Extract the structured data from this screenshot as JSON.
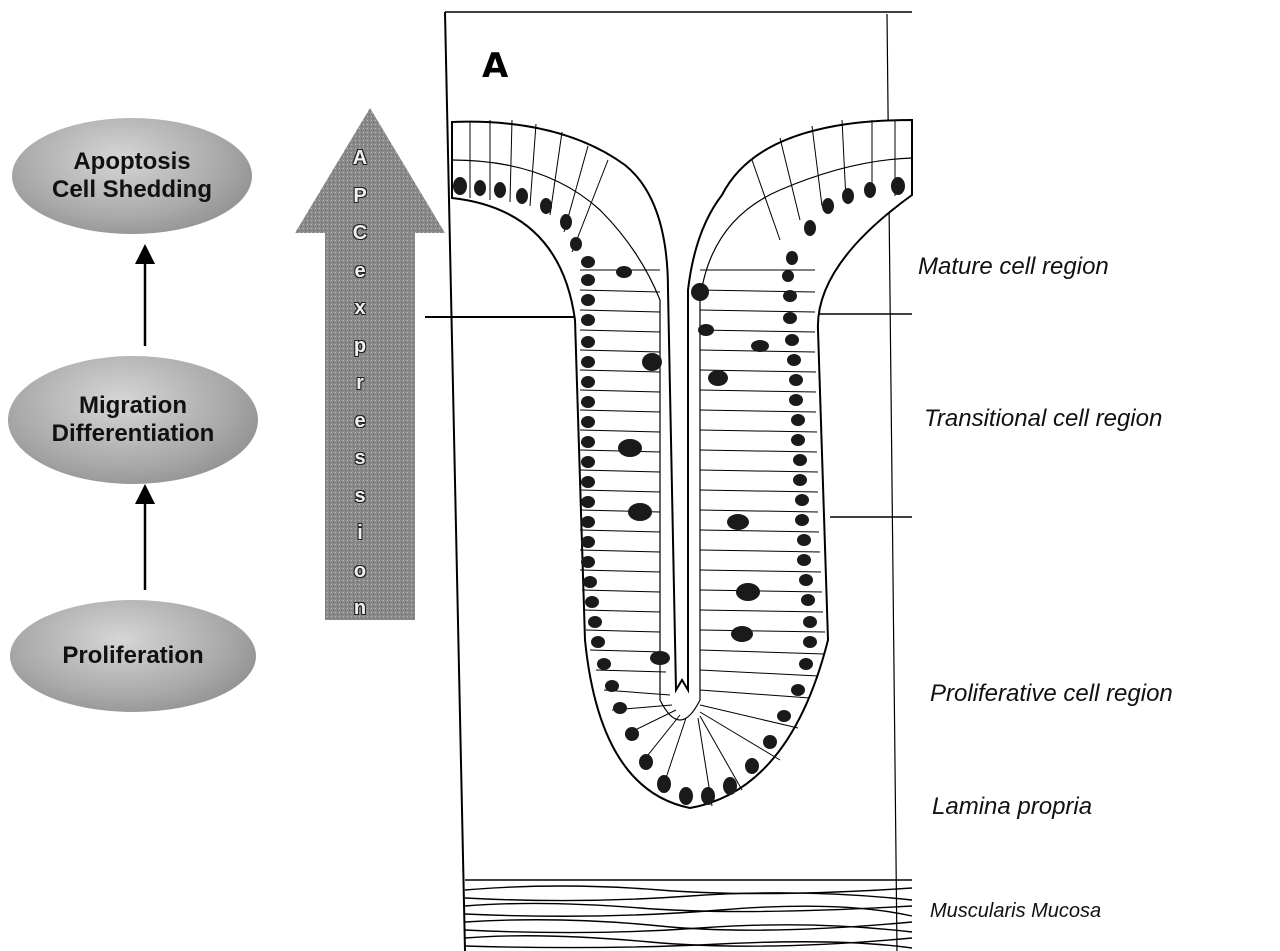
{
  "left_flow": {
    "top_node": [
      "Apoptosis",
      "Cell Shedding"
    ],
    "middle_node": [
      "Migration",
      "Differentiation"
    ],
    "bottom_node": [
      "Proliferation"
    ]
  },
  "apc_arrow": {
    "label": "APC expression",
    "letters": [
      "A",
      "P",
      "C",
      "e",
      "x",
      "p",
      "r",
      "e",
      "s",
      "s",
      "i",
      "o",
      "n"
    ]
  },
  "panel": {
    "letter": "A",
    "regions": {
      "mature": "Mature cell region",
      "transitional": "Transitional cell region",
      "proliferative": "Proliferative cell region",
      "lamina": "Lamina propria",
      "muscularis": "Muscularis Mucosa"
    }
  }
}
